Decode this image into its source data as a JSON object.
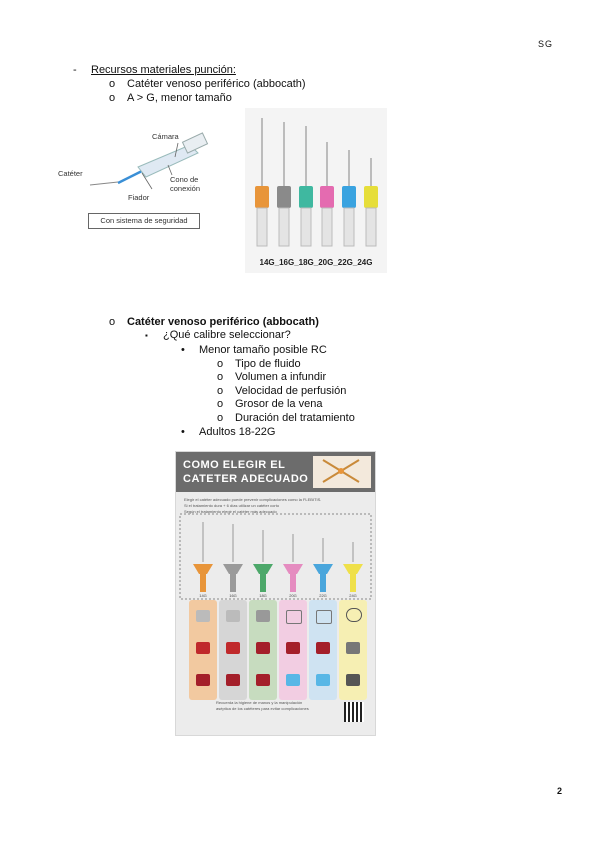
{
  "header": {
    "initials": "SG"
  },
  "page_number": "2",
  "section1": {
    "bullet": "-",
    "title": "Recursos materiales punción:",
    "items": [
      {
        "marker": "o",
        "text": "Catéter venoso periférico (abbocath)"
      },
      {
        "marker": "o",
        "text": "A > G, menor tamaño"
      }
    ]
  },
  "figure1": {
    "labels": {
      "camara": "Cámara",
      "cateter": "Catéter",
      "cono": "Cono de",
      "conexion": "conexión",
      "fiador": "Fiador"
    },
    "box_label": "Con sistema de seguridad",
    "colors": {
      "catheter": "#3a8fd6"
    }
  },
  "figure2": {
    "caption": "14G_16G_18G_20G_22G_24G",
    "hub_colors": [
      "#e8953a",
      "#8a8a8a",
      "#3fb8a0",
      "#e46bb0",
      "#3aa3e0",
      "#e6de3a"
    ]
  },
  "section2": {
    "marker": "o",
    "title": "Catéter venoso periférico (abbocath)",
    "sub_marker": "▪",
    "question": "¿Qué calibre seleccionar?",
    "bullet_marker": "•",
    "point1": "Menor tamaño posible RC",
    "factors": [
      {
        "marker": "o",
        "text": "Tipo de fluido"
      },
      {
        "marker": "o",
        "text": "Volumen a infundir"
      },
      {
        "marker": "o",
        "text": "Velocidad de perfusión"
      },
      {
        "marker": "o",
        "text": "Grosor de la vena"
      },
      {
        "marker": "o",
        "text": "Duración del tratamiento"
      }
    ],
    "point2": "Adultos 18-22G"
  },
  "infographic": {
    "title_line1": "COMO ELEGIR EL",
    "title_line2": "CATETER ADECUADO",
    "desc_lines": [
      "Elegir el catéter adecuado puede prevenir complicaciones como la FLEBITIS.",
      "Si el tratamiento dura + 6 días utilizar un catéter corto",
      "Según el tratamiento elegir el catéter más adecuado"
    ],
    "footer_lines": [
      "Recuerda la higiene de manos y la manipulación",
      "aséptica de los catéteres para evitar complicaciones"
    ],
    "gauges": [
      "14G",
      "16G",
      "18G",
      "20G",
      "22G",
      "24G"
    ],
    "gauge_colors": [
      "#e8953a",
      "#9a9a9a",
      "#4da86a",
      "#e58cc0",
      "#4aa6dc",
      "#efe04a"
    ],
    "col_colors": [
      "#f2c9a0",
      "#d6d6d6",
      "#c7dcbf",
      "#f2cde2",
      "#cfe3f2",
      "#f6efb3"
    ],
    "accent": "#e8953a"
  }
}
